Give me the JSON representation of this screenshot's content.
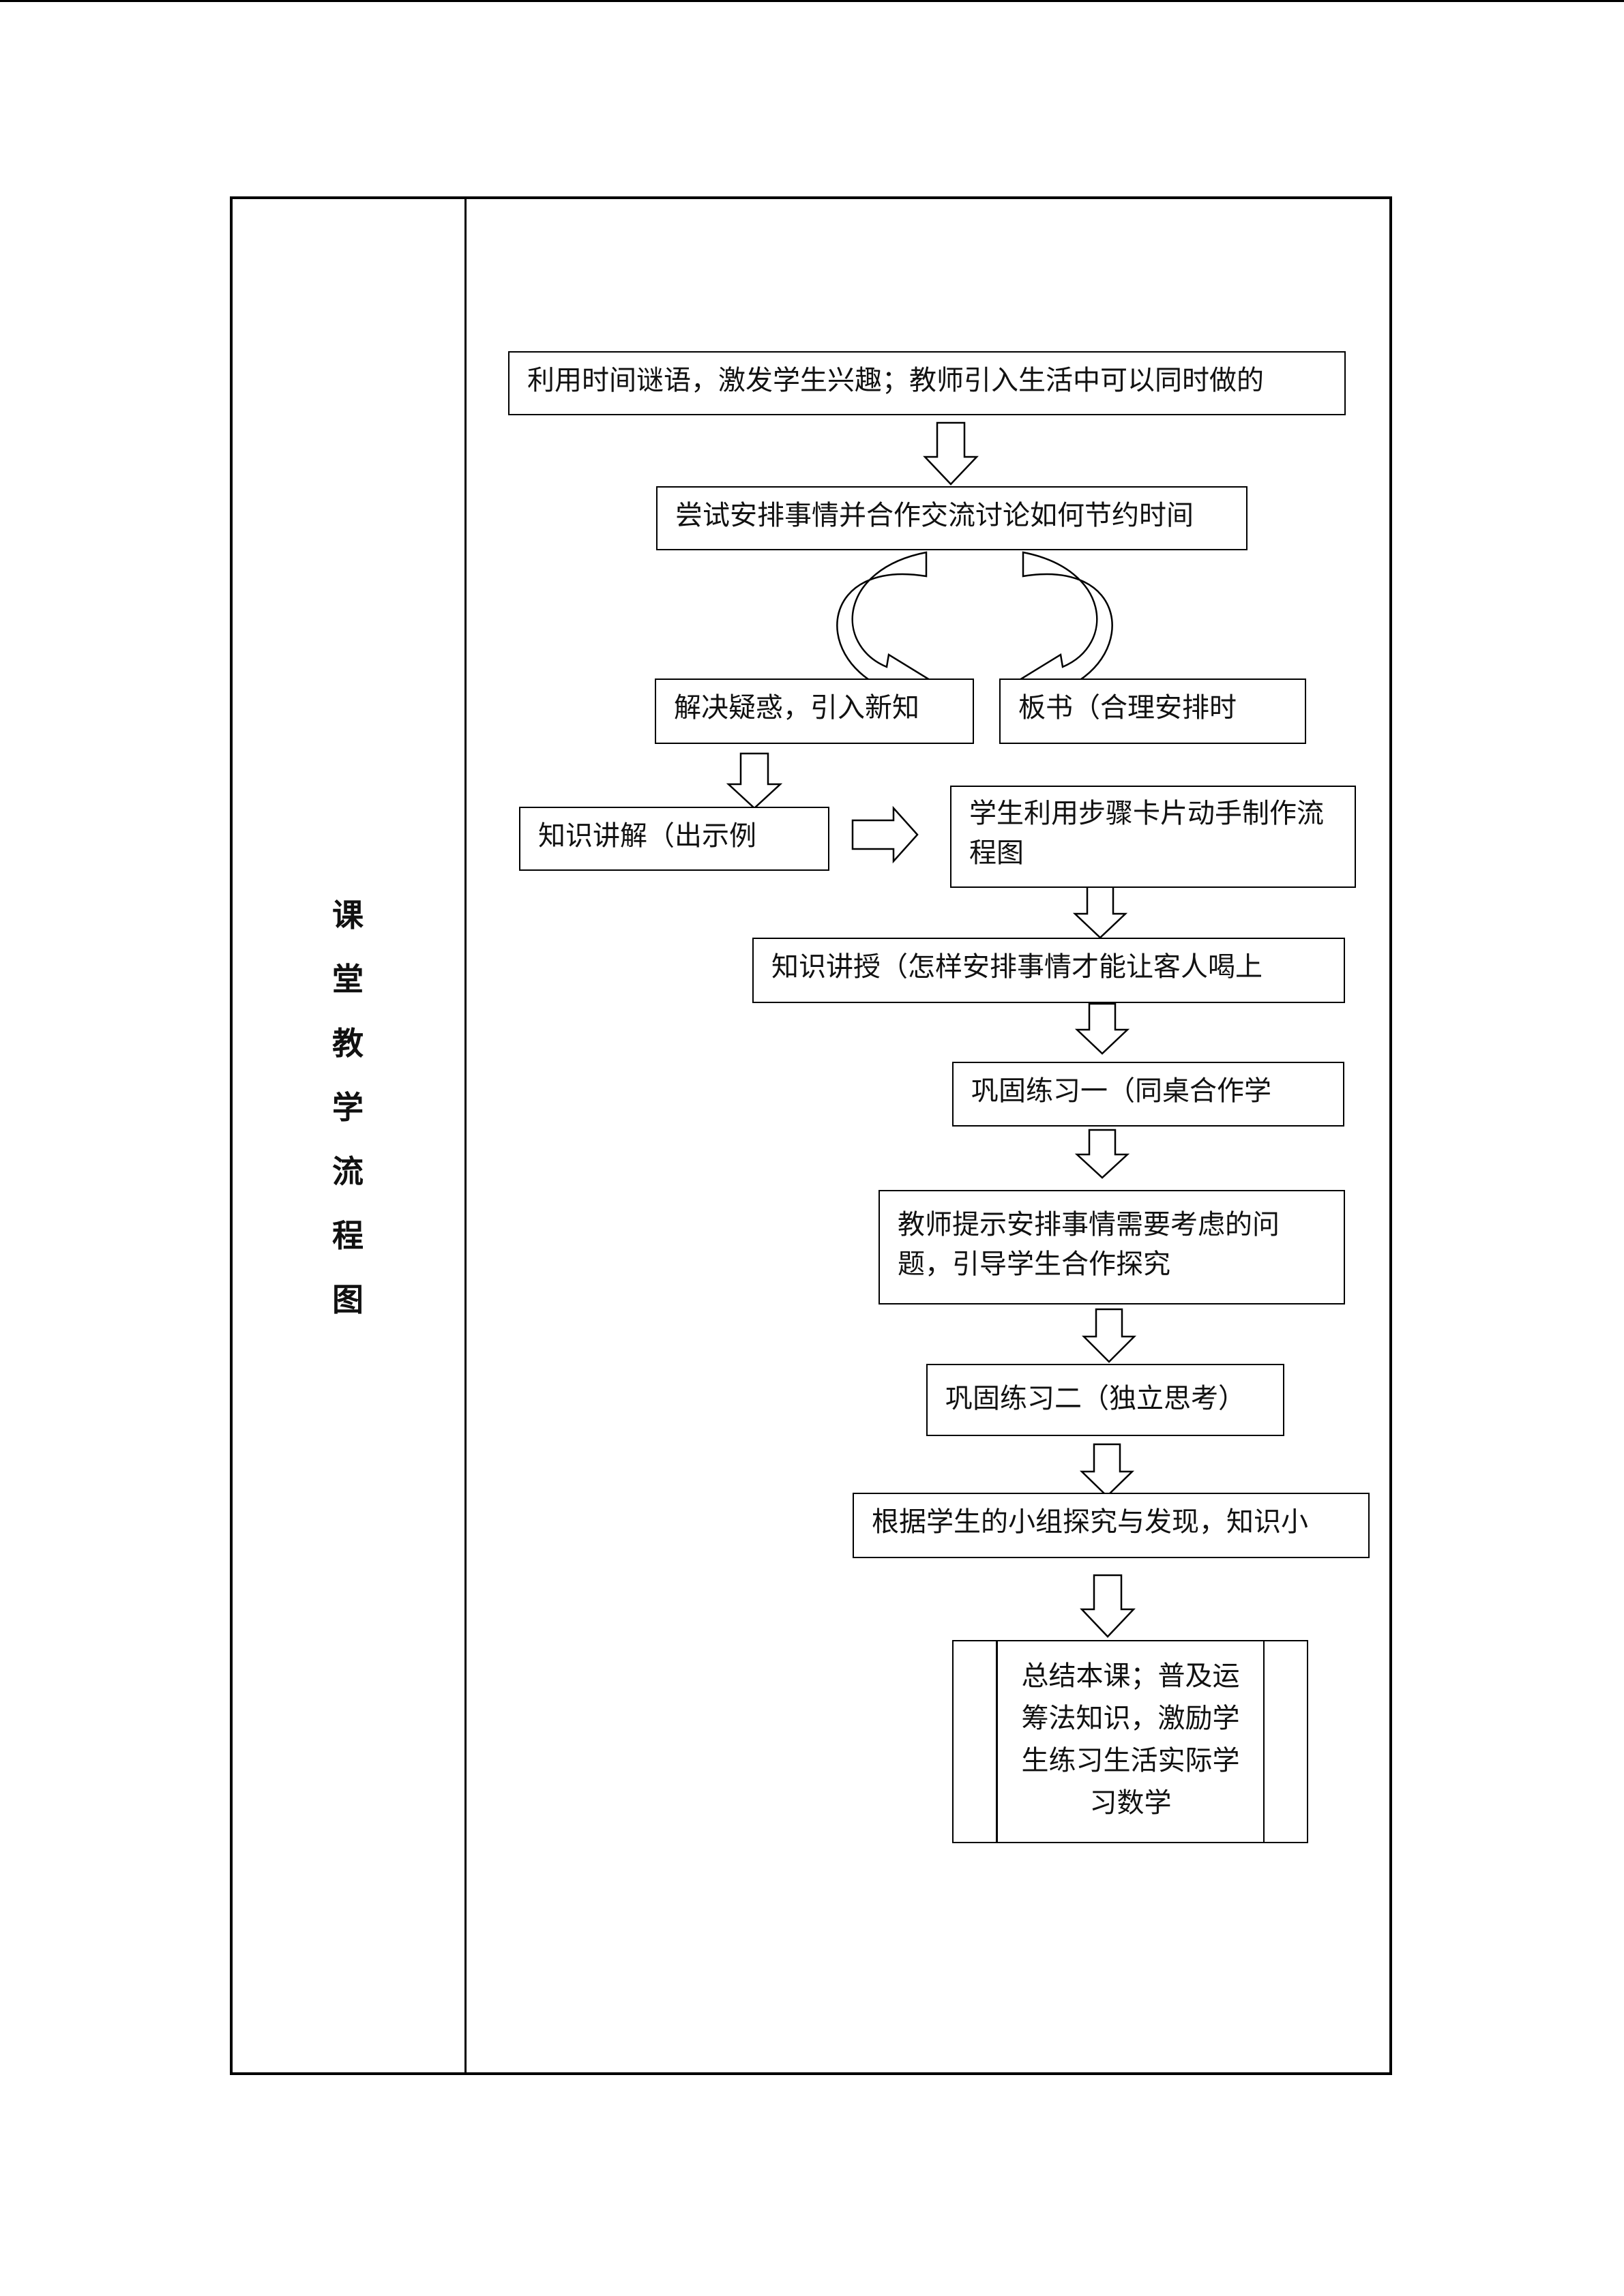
{
  "side_label": [
    "课",
    "堂",
    "教",
    "学",
    "流",
    "程",
    "图"
  ],
  "steps": {
    "s1": "利用时间谜语，激发学生兴趣；教师引入生活中可以同时做的",
    "s2": "尝试安排事情并合作交流讨论如何节约时间",
    "s3a": "解决疑惑，引入新知",
    "s3b": "板书（合理安排时",
    "s4a": "知识讲解（出示例",
    "s4b": "学生利用步骤卡片动手制作流程图",
    "s5": "知识讲授（怎样安排事情才能让客人喝上",
    "s6": "巩固练习一（同桌合作学",
    "s7": "教师提示安排事情需要考虑的问题，引导学生合作探究",
    "s8": "巩固练习二（独立思考）",
    "s9": "根据学生的小组探究与发现，知识小",
    "s10": "总结本课；普及运筹法知识，激励学生练习生活实际学习数学"
  }
}
